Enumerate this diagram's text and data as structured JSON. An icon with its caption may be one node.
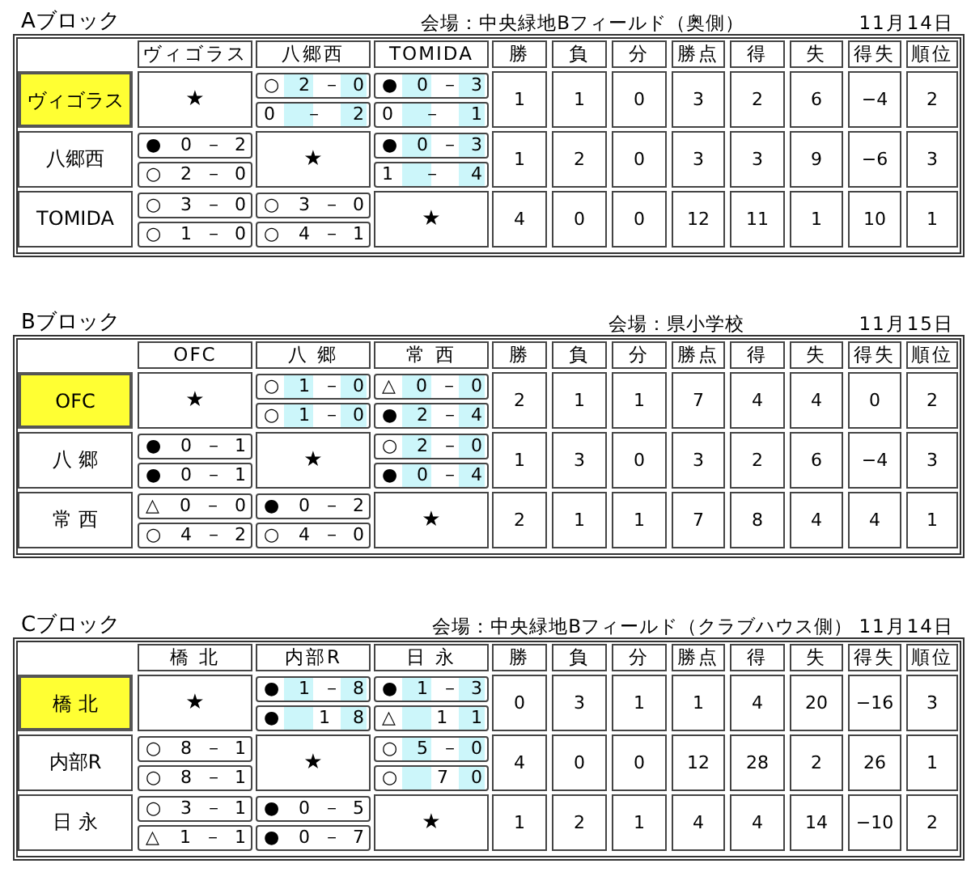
{
  "diagram": {
    "labels": [
      "Aブロック",
      "会場：中央緑地Bフィールド（奥側）",
      "11月14日",
      "ヴィゴラス",
      "八郷西",
      "TOMIDA",
      "勝",
      "負",
      "分",
      "勝点",
      "得",
      "失",
      "得失",
      "順位",
      "ヴィゴラス",
      "★",
      "○ 2 － 0",
      "0 － 2",
      "● 0 － 3",
      "0 － 1",
      "1",
      "1",
      "0",
      "3",
      "2",
      "6",
      "−4",
      "2",
      "八郷西",
      "● 0 － 2",
      "○ 2 － 0",
      "★",
      "● 0 － 3",
      "1 － 4",
      "1",
      "2",
      "0",
      "3",
      "3",
      "9",
      "−6",
      "3",
      "TOMIDA",
      "○ 3 － 0",
      "○ 1 － 0",
      "○ 3 － 0",
      "○ 4 － 1",
      "★",
      "4",
      "0",
      "0",
      "12",
      "11",
      "1",
      "10",
      "1",
      "Bブロック",
      "会場：県小学校",
      "11月15日",
      "OFC",
      "八 郷",
      "常 西",
      "勝",
      "負",
      "分",
      "勝点",
      "得",
      "失",
      "得失",
      "順位",
      "OFC",
      "★",
      "○ 1 － 0",
      "○ 1 － 0",
      "△ 0 － 0",
      "● 2 － 4",
      "2",
      "1",
      "1",
      "7",
      "4",
      "4",
      "0",
      "2",
      "八 郷",
      "● 0 － 1",
      "● 0 － 1",
      "★",
      "○ 2 － 0",
      "● 0 － 4",
      "1",
      "3",
      "0",
      "3",
      "2",
      "6",
      "−4",
      "3",
      "常 西",
      "△ 0 － 0",
      "○ 4 － 2",
      "● 0 － 2",
      "○ 4 － 0",
      "★",
      "2",
      "1",
      "1",
      "7",
      "8",
      "4",
      "4",
      "1",
      "Cブロック",
      "会場：中央緑地Bフィールド（クラブハウス側）",
      "11月14日",
      "橋 北",
      "内部R",
      "日 永",
      "勝",
      "負",
      "分",
      "勝点",
      "得",
      "失",
      "得失",
      "順位",
      "橋 北",
      "★",
      "● 1 － 8",
      "● 1 8",
      "● 1 － 3",
      "△ 1 1",
      "0",
      "3",
      "1",
      "1",
      "4",
      "20",
      "−16",
      "3",
      "内部R",
      "○ 8 － 1",
      "○ 8 － 1",
      "★",
      "○ 5 － 0",
      "○ 7 0",
      "4",
      "0",
      "0",
      "12",
      "28",
      "2",
      "26",
      "1",
      "日 永",
      "○ 3 － 1",
      "△ 1 － 1",
      "● 0 － 5",
      "● 0 － 7",
      "★",
      "1",
      "2",
      "1",
      "4",
      "4",
      "14",
      "−10",
      "2"
    ]
  }
}
